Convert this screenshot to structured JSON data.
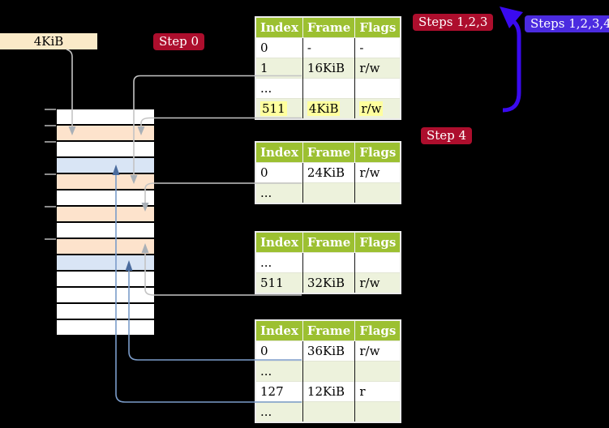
{
  "palette": {
    "header_green": "#9cc031",
    "row_green": "#edf2dc",
    "mem_orange": "#fde3cc",
    "mem_blue": "#d9e5f5",
    "cream": "#faeac8",
    "badge_red": "#ad0e2d",
    "badge_violet": "#4b2be0",
    "arrow_blue": "#3a0af0",
    "conn_gray": "#c4c4c4",
    "conn_gray_head": "#a9b0b7",
    "conn_blue": "#7b9cc9",
    "conn_blue_head": "#4a6b9d",
    "highlight_yellow": "#ffff9e"
  },
  "labels": {
    "page_size_box": "4KiB",
    "step0": "Step 0",
    "steps123": "Steps 1,2,3",
    "steps1234": "Steps 1,2,3,4",
    "step4": "Step 4"
  },
  "page_tables": [
    {
      "name": "page-table-top",
      "headers": [
        "Index",
        "Frame",
        "Flags"
      ],
      "rows": [
        {
          "cells": [
            "0",
            "-",
            "-"
          ],
          "highlight": false
        },
        {
          "cells": [
            "1",
            "16KiB",
            "r/w"
          ],
          "highlight": false
        },
        {
          "cells": [
            "...",
            "",
            ""
          ],
          "highlight": false
        },
        {
          "cells": [
            "511",
            "4KiB",
            "r/w"
          ],
          "highlight": true
        }
      ]
    },
    {
      "name": "page-table-second",
      "headers": [
        "Index",
        "Frame",
        "Flags"
      ],
      "rows": [
        {
          "cells": [
            "0",
            "24KiB",
            "r/w"
          ],
          "highlight": false
        },
        {
          "cells": [
            "...",
            "",
            ""
          ],
          "highlight": false
        }
      ]
    },
    {
      "name": "page-table-third",
      "headers": [
        "Index",
        "Frame",
        "Flags"
      ],
      "rows": [
        {
          "cells": [
            "...",
            "",
            ""
          ],
          "highlight": false
        },
        {
          "cells": [
            "511",
            "32KiB",
            "r/w"
          ],
          "highlight": false
        }
      ]
    },
    {
      "name": "page-table-bottom",
      "headers": [
        "Index",
        "Frame",
        "Flags"
      ],
      "rows": [
        {
          "cells": [
            "0",
            "36KiB",
            "r/w"
          ],
          "highlight": false
        },
        {
          "cells": [
            "...",
            "",
            ""
          ],
          "highlight": false
        },
        {
          "cells": [
            "127",
            "12KiB",
            "r"
          ],
          "highlight": false
        },
        {
          "cells": [
            "...",
            "",
            ""
          ],
          "highlight": false
        }
      ]
    }
  ],
  "memory_column": {
    "cells": [
      "white",
      "orange",
      "white",
      "blue",
      "orange",
      "white",
      "orange",
      "white",
      "orange",
      "blue",
      "white",
      "white",
      "white",
      "white"
    ]
  }
}
